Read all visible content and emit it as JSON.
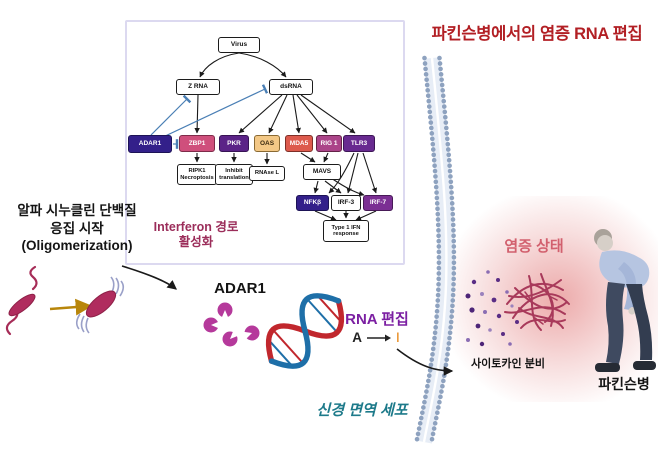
{
  "title": {
    "text": "파킨슨병에서의 염증 RNA 편집"
  },
  "pathway_box": {
    "interferon_label": "Interferon 경로\n활성화",
    "nodes": {
      "virus": "Virus",
      "z_rna": "Z RNA",
      "dsrna": "dsRNA",
      "adar1": "ADAR1",
      "zbp1": "ZBP1",
      "pkr": "PKR",
      "oas": "OAS",
      "mda5": "MDA5",
      "rig1": "RIG 1",
      "tlr3": "TLR3",
      "ripk1": "RIPK1\nNecroptosis",
      "inhibit_translation": "Inhibit\ntranslation",
      "rnase_l": "RNAse L",
      "mavs": "MAVS",
      "nfkb": "NFKβ",
      "irf3": "IRF-3",
      "irf7": "IRF-7",
      "type1_ifn": "Type 1 IFN\nresponse"
    }
  },
  "left_panel": {
    "aggregation_label": "알파 시누클린 단백질\n응집 시작\n(Oligomerization)"
  },
  "center": {
    "adar1_label": "ADAR1",
    "rna_editing_label": "RNA 편집",
    "edit_from": "A",
    "edit_to": "I"
  },
  "membrane_label": "신경 면역 세포",
  "right_panel": {
    "inflammation_label": "염증 상태",
    "cytokine_label": "사이토카인 분비",
    "disease_label": "파킨슨병"
  },
  "colors": {
    "title_red": "#b21f24",
    "interferon_maroon": "#9b2d5a",
    "rna_edit_purple": "#7b1fa2",
    "inosine_orange": "#e8891d",
    "neuro_teal": "#1d7a8a",
    "inflammation_pink": "#d2606e",
    "node_indigo": "#33208a",
    "node_rose": "#cf4f7c",
    "node_purple": "#5b2387",
    "node_tan": "#f3c886",
    "node_coral": "#dd5a4d",
    "node_magenta": "#ab4489",
    "node_violet": "#682a90",
    "node_irf7": "#7b2f93",
    "blue_inhibition_edge": "#4a7fb5",
    "membrane_blue": "#8ea2bf",
    "pacman_magenta": "#b5399b",
    "aggregate_crimson": "#a8395a",
    "dna_red": "#c1272d",
    "dna_blue": "#1e6fa8",
    "oligomer_arrow_gold": "#b8860b"
  }
}
